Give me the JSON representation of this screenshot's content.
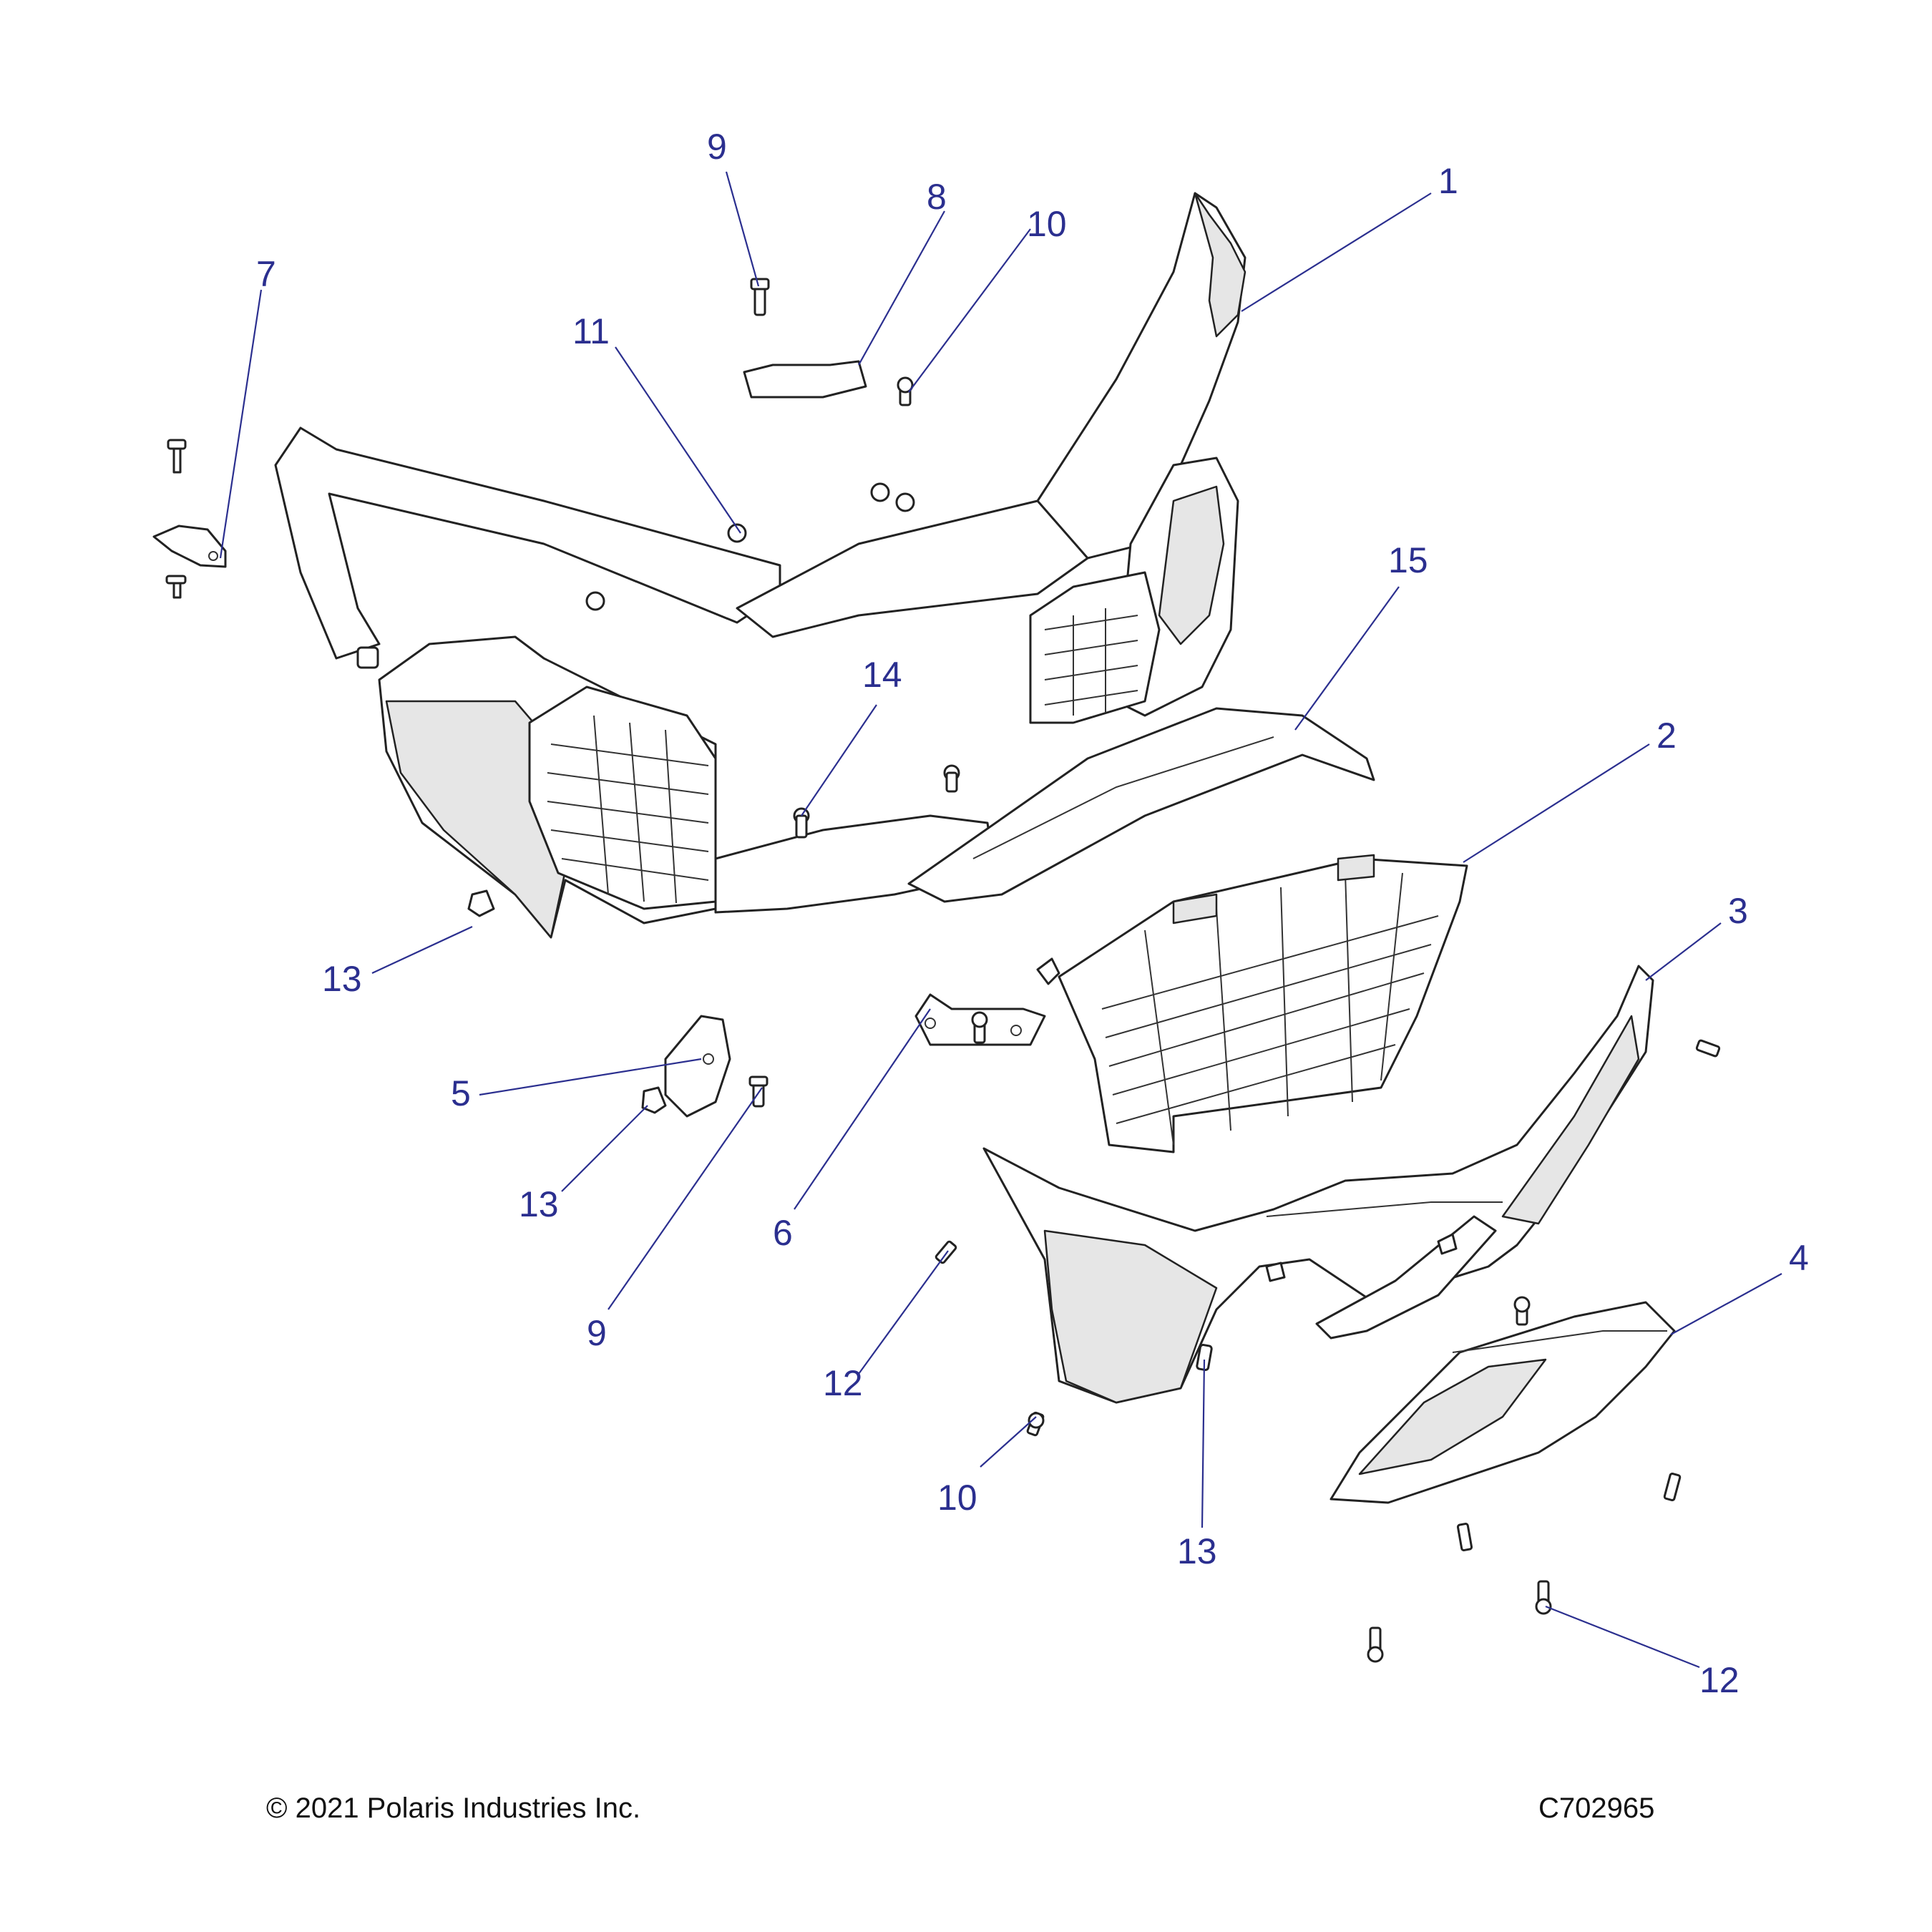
{
  "diagram": {
    "callouts": [
      {
        "id": "c1",
        "label": "1"
      },
      {
        "id": "c2",
        "label": "2"
      },
      {
        "id": "c3",
        "label": "3"
      },
      {
        "id": "c4",
        "label": "4"
      },
      {
        "id": "c5",
        "label": "5"
      },
      {
        "id": "c6",
        "label": "6"
      },
      {
        "id": "c7",
        "label": "7"
      },
      {
        "id": "c8",
        "label": "8"
      },
      {
        "id": "c9a",
        "label": "9"
      },
      {
        "id": "c9b",
        "label": "9"
      },
      {
        "id": "c10a",
        "label": "10"
      },
      {
        "id": "c10b",
        "label": "10"
      },
      {
        "id": "c11",
        "label": "11"
      },
      {
        "id": "c12a",
        "label": "12"
      },
      {
        "id": "c12b",
        "label": "12"
      },
      {
        "id": "c13a",
        "label": "13"
      },
      {
        "id": "c13b",
        "label": "13"
      },
      {
        "id": "c13c",
        "label": "13"
      },
      {
        "id": "c14",
        "label": "14"
      },
      {
        "id": "c15",
        "label": "15"
      }
    ],
    "callout_color": "#2b2f8f",
    "line_color": "#222222"
  },
  "footer": {
    "copyright": "© 2021 Polaris Industries Inc.",
    "drawing_number": "C702965"
  }
}
